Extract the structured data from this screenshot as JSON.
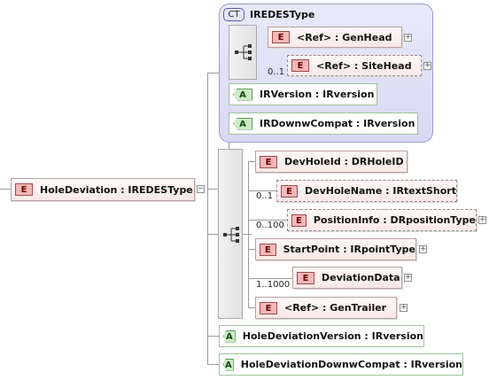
{
  "root": {
    "badge": "E",
    "label": "HoleDeviation : IREDESType",
    "collapse": "−"
  },
  "complex_type": {
    "badge": "CT",
    "title": "IREDESType"
  },
  "ct_elements": [
    {
      "badge": "E",
      "label": "<Ref>   : GenHead",
      "cardinality": "",
      "dashed": false
    },
    {
      "badge": "E",
      "label": "<Ref>   : SiteHead",
      "cardinality": "0..1",
      "dashed": true
    }
  ],
  "ct_attributes": [
    {
      "badge": "A",
      "label": "IRVersion : IRversion"
    },
    {
      "badge": "A",
      "label": "IRDownwCompat  : IRversion"
    }
  ],
  "seq_elements": [
    {
      "badge": "E",
      "label": "DevHoleId : DRHoleID",
      "cardinality": "",
      "dashed": false
    },
    {
      "badge": "E",
      "label": "DevHoleName : IRtextShort",
      "cardinality": "0..1",
      "dashed": true
    },
    {
      "badge": "E",
      "label": "PositionInfo : DRpositionType",
      "cardinality": "0..100",
      "dashed": true
    },
    {
      "badge": "E",
      "label": "StartPoint : IRpointType",
      "cardinality": "",
      "dashed": false
    },
    {
      "badge": "E",
      "label": "DeviationData",
      "cardinality": "1..1000",
      "dashed": false
    },
    {
      "badge": "E",
      "label": "<Ref>   : GenTrailer",
      "cardinality": "",
      "dashed": false
    }
  ],
  "root_attributes": [
    {
      "badge": "A",
      "label": "HoleDeviationVersion : IRversion"
    },
    {
      "badge": "A",
      "label": "HoleDeviationDownwCompat  : IRversion"
    }
  ],
  "icons": {
    "expand": "+",
    "sequence": "sequence-compositor-icon"
  },
  "colors": {
    "complex_type_bg": "#e2e2f8",
    "element_badge": "#f4b8b8",
    "attribute_badge": "#cdebc6"
  }
}
